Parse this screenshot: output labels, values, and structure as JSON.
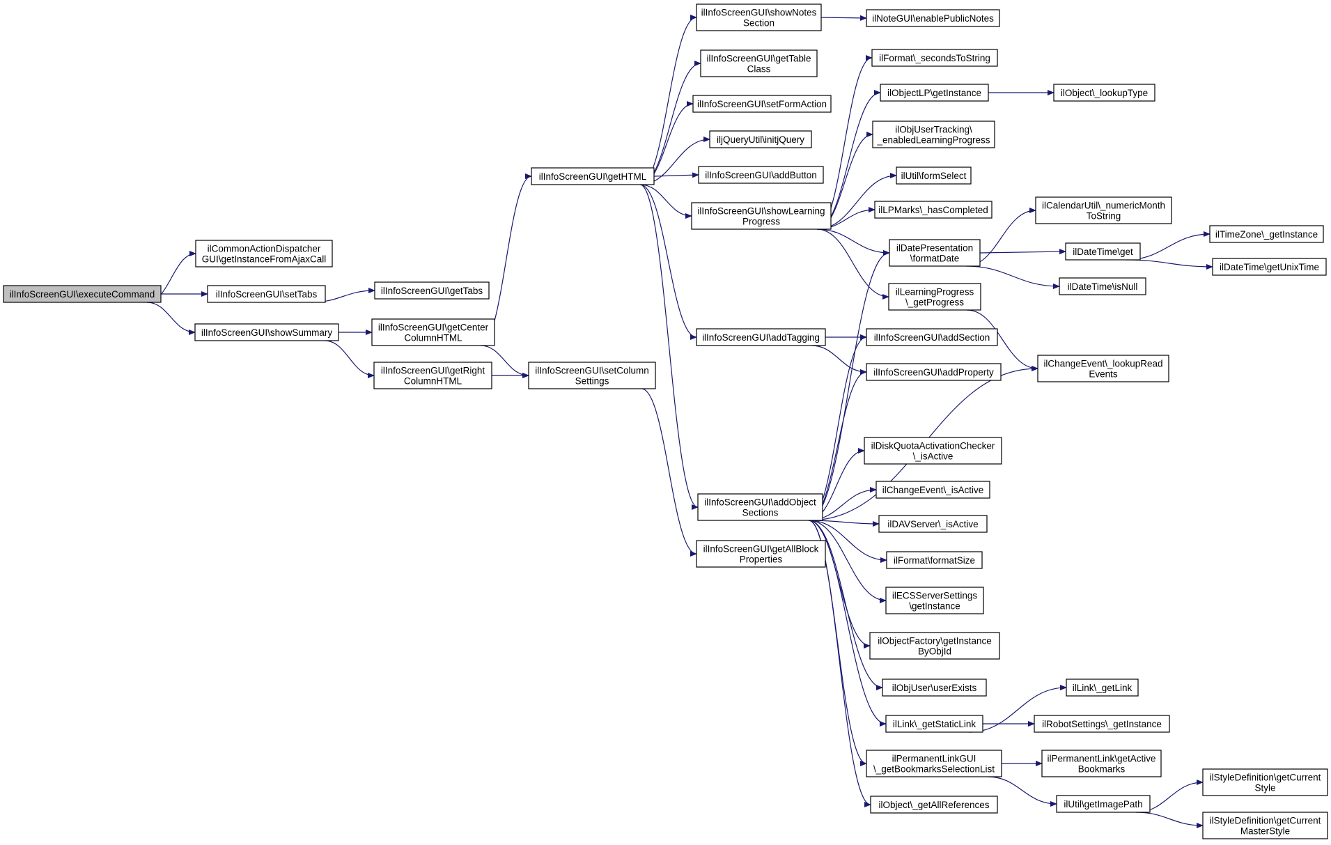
{
  "graph": {
    "colors": {
      "edge": "#191970",
      "node_border": "#000000",
      "root_fill": "#bfbfbf",
      "node_fill": "#ffffff"
    },
    "nodes": [
      {
        "id": "n0",
        "root": true,
        "lines": [
          "ilInfoScreenGUI\\executeCommand"
        ]
      },
      {
        "id": "n1",
        "lines": [
          "ilCommonActionDispatcher",
          "GUI\\getInstanceFromAjaxCall"
        ]
      },
      {
        "id": "n2",
        "lines": [
          "ilInfoScreenGUI\\setTabs"
        ]
      },
      {
        "id": "n3",
        "lines": [
          "ilInfoScreenGUI\\getTabs"
        ]
      },
      {
        "id": "n4",
        "lines": [
          "ilInfoScreenGUI\\showSummary"
        ]
      },
      {
        "id": "n5",
        "lines": [
          "ilInfoScreenGUI\\getCenter",
          "ColumnHTML"
        ]
      },
      {
        "id": "n6",
        "lines": [
          "ilInfoScreenGUI\\getRight",
          "ColumnHTML"
        ]
      },
      {
        "id": "n7",
        "lines": [
          "ilInfoScreenGUI\\setColumn",
          "Settings"
        ]
      },
      {
        "id": "n8",
        "lines": [
          "ilInfoScreenGUI\\getHTML"
        ]
      },
      {
        "id": "n9",
        "lines": [
          "ilInfoScreenGUI\\showNotes",
          "Section"
        ]
      },
      {
        "id": "n10",
        "lines": [
          "ilInfoScreenGUI\\getTable",
          "Class"
        ]
      },
      {
        "id": "n11",
        "lines": [
          "ilInfoScreenGUI\\setFormAction"
        ]
      },
      {
        "id": "n12",
        "lines": [
          "iljQueryUtil\\initjQuery"
        ]
      },
      {
        "id": "n13",
        "lines": [
          "ilInfoScreenGUI\\addButton"
        ]
      },
      {
        "id": "n14",
        "lines": [
          "ilInfoScreenGUI\\showLearning",
          "Progress"
        ]
      },
      {
        "id": "n15",
        "lines": [
          "ilInfoScreenGUI\\addTagging"
        ]
      },
      {
        "id": "n16",
        "lines": [
          "ilInfoScreenGUI\\addObject",
          "Sections"
        ]
      },
      {
        "id": "n17",
        "lines": [
          "ilInfoScreenGUI\\getAllBlock",
          "Properties"
        ]
      },
      {
        "id": "n18",
        "lines": [
          "ilNoteGUI\\enablePublicNotes"
        ]
      },
      {
        "id": "n19",
        "lines": [
          "ilFormat\\_secondsToString"
        ]
      },
      {
        "id": "n20",
        "lines": [
          "ilObjectLP\\getInstance"
        ]
      },
      {
        "id": "n21",
        "lines": [
          "ilObject\\_lookupType"
        ]
      },
      {
        "id": "n22",
        "lines": [
          "ilObjUserTracking\\",
          "_enabledLearningProgress"
        ]
      },
      {
        "id": "n23",
        "lines": [
          "ilUtil\\formSelect"
        ]
      },
      {
        "id": "n24",
        "lines": [
          "ilLPMarks\\_hasCompleted"
        ]
      },
      {
        "id": "n25",
        "lines": [
          "ilCalendarUtil\\_numericMonth",
          "ToString"
        ]
      },
      {
        "id": "n26",
        "lines": [
          "ilDatePresentation",
          "\\formatDate"
        ]
      },
      {
        "id": "n27",
        "lines": [
          "ilDateTime\\get"
        ]
      },
      {
        "id": "n28",
        "lines": [
          "ilTimeZone\\_getInstance"
        ]
      },
      {
        "id": "n29",
        "lines": [
          "ilDateTime\\getUnixTime"
        ]
      },
      {
        "id": "n30",
        "lines": [
          "ilDateTime\\isNull"
        ]
      },
      {
        "id": "n31",
        "lines": [
          "ilLearningProgress",
          "\\_getProgress"
        ]
      },
      {
        "id": "n32",
        "lines": [
          "ilInfoScreenGUI\\addSection"
        ]
      },
      {
        "id": "n33",
        "lines": [
          "ilInfoScreenGUI\\addProperty"
        ]
      },
      {
        "id": "n34",
        "lines": [
          "ilChangeEvent\\_lookupRead",
          "Events"
        ]
      },
      {
        "id": "n35",
        "lines": [
          "ilDiskQuotaActivationChecker",
          "\\_isActive"
        ]
      },
      {
        "id": "n36",
        "lines": [
          "ilChangeEvent\\_isActive"
        ]
      },
      {
        "id": "n37",
        "lines": [
          "ilDAVServer\\_isActive"
        ]
      },
      {
        "id": "n38",
        "lines": [
          "ilFormat\\formatSize"
        ]
      },
      {
        "id": "n39",
        "lines": [
          "ilECSServerSettings",
          "\\getInstance"
        ]
      },
      {
        "id": "n40",
        "lines": [
          "ilObjectFactory\\getInstance",
          "ByObjId"
        ]
      },
      {
        "id": "n41",
        "lines": [
          "ilObjUser\\userExists"
        ]
      },
      {
        "id": "n42",
        "lines": [
          "ilLink\\_getStaticLink"
        ]
      },
      {
        "id": "n43",
        "lines": [
          "ilLink\\_getLink"
        ]
      },
      {
        "id": "n44",
        "lines": [
          "ilRobotSettings\\_getInstance"
        ]
      },
      {
        "id": "n45",
        "lines": [
          "ilPermanentLinkGUI",
          "\\_getBookmarksSelectionList"
        ]
      },
      {
        "id": "n46",
        "lines": [
          "ilPermanentLink\\getActive",
          "Bookmarks"
        ]
      },
      {
        "id": "n47",
        "lines": [
          "ilUtil\\getImagePath"
        ]
      },
      {
        "id": "n48",
        "lines": [
          "ilStyleDefinition\\getCurrent",
          "Style"
        ]
      },
      {
        "id": "n49",
        "lines": [
          "ilStyleDefinition\\getCurrent",
          "MasterStyle"
        ]
      },
      {
        "id": "n50",
        "lines": [
          "ilObject\\_getAllReferences"
        ]
      }
    ],
    "edges": [
      [
        "n0",
        "n1"
      ],
      [
        "n0",
        "n2"
      ],
      [
        "n0",
        "n4"
      ],
      [
        "n2",
        "n3"
      ],
      [
        "n4",
        "n5"
      ],
      [
        "n4",
        "n6"
      ],
      [
        "n5",
        "n8"
      ],
      [
        "n5",
        "n7"
      ],
      [
        "n6",
        "n7"
      ],
      [
        "n7",
        "n17"
      ],
      [
        "n8",
        "n9"
      ],
      [
        "n8",
        "n10"
      ],
      [
        "n8",
        "n11"
      ],
      [
        "n8",
        "n12"
      ],
      [
        "n8",
        "n13"
      ],
      [
        "n8",
        "n14"
      ],
      [
        "n8",
        "n15"
      ],
      [
        "n8",
        "n16"
      ],
      [
        "n9",
        "n18"
      ],
      [
        "n14",
        "n19"
      ],
      [
        "n14",
        "n20"
      ],
      [
        "n14",
        "n22"
      ],
      [
        "n14",
        "n23"
      ],
      [
        "n14",
        "n24"
      ],
      [
        "n14",
        "n26"
      ],
      [
        "n14",
        "n31"
      ],
      [
        "n20",
        "n21"
      ],
      [
        "n26",
        "n25"
      ],
      [
        "n26",
        "n27"
      ],
      [
        "n26",
        "n30"
      ],
      [
        "n27",
        "n28"
      ],
      [
        "n27",
        "n29"
      ],
      [
        "n31",
        "n34"
      ],
      [
        "n15",
        "n32"
      ],
      [
        "n15",
        "n33"
      ],
      [
        "n16",
        "n26"
      ],
      [
        "n16",
        "n32"
      ],
      [
        "n16",
        "n33"
      ],
      [
        "n16",
        "n34"
      ],
      [
        "n16",
        "n35"
      ],
      [
        "n16",
        "n36"
      ],
      [
        "n16",
        "n37"
      ],
      [
        "n16",
        "n38"
      ],
      [
        "n16",
        "n39"
      ],
      [
        "n16",
        "n40"
      ],
      [
        "n16",
        "n41"
      ],
      [
        "n16",
        "n42"
      ],
      [
        "n16",
        "n45"
      ],
      [
        "n16",
        "n50"
      ],
      [
        "n42",
        "n43"
      ],
      [
        "n42",
        "n44"
      ],
      [
        "n45",
        "n46"
      ],
      [
        "n45",
        "n47"
      ],
      [
        "n47",
        "n48"
      ],
      [
        "n47",
        "n49"
      ]
    ]
  }
}
